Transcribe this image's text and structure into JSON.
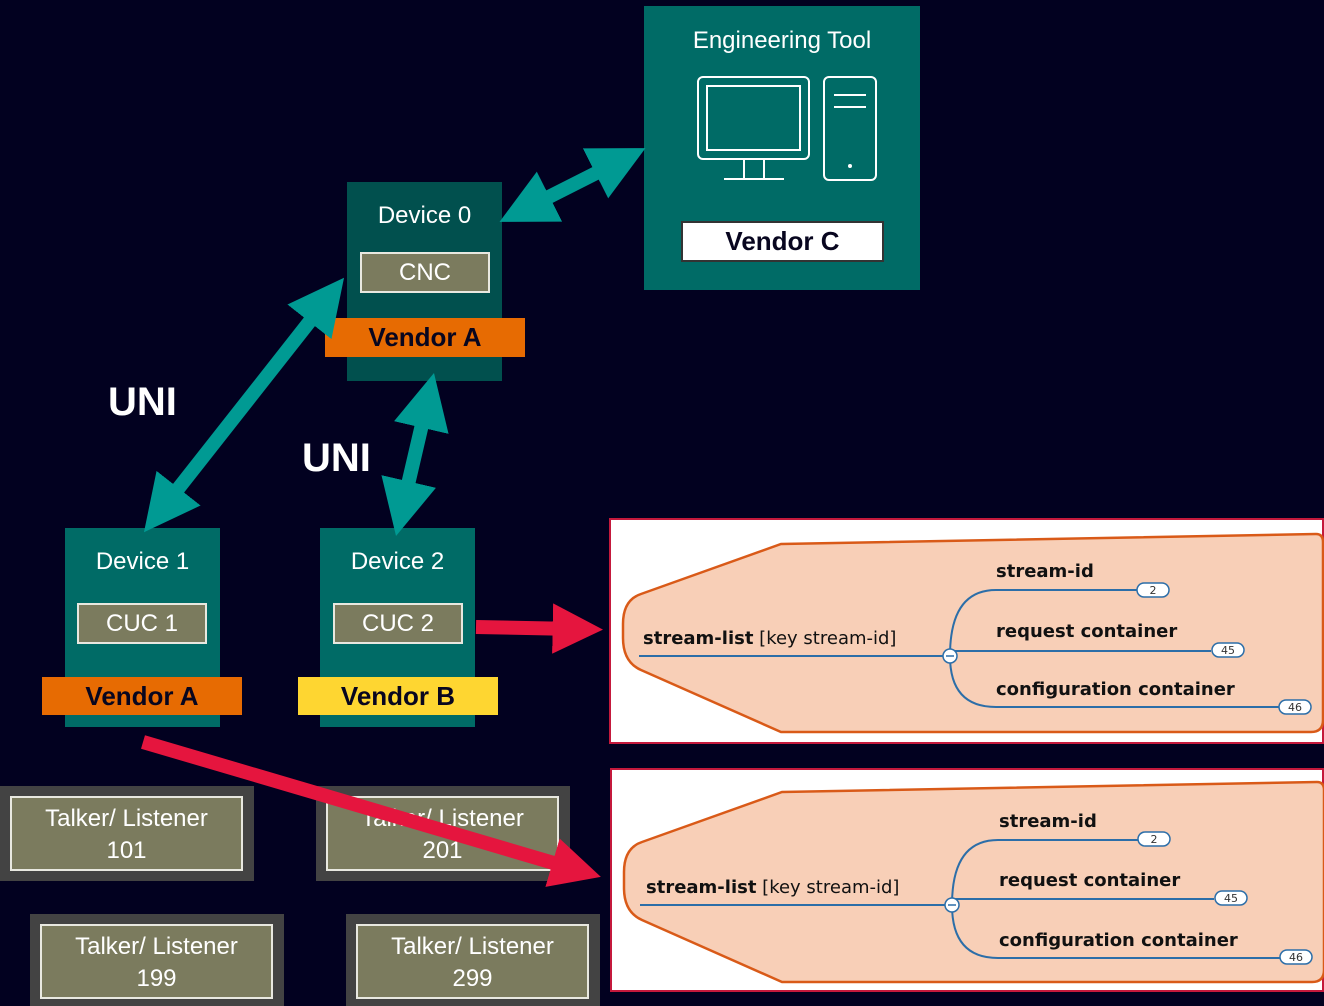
{
  "engineering_tool": {
    "title": "Engineering Tool",
    "vendor": "Vendor C"
  },
  "device0": {
    "title": "Device 0",
    "component": "CNC",
    "vendor": "Vendor A"
  },
  "device1": {
    "title": "Device 1",
    "component": "CUC 1",
    "vendor": "Vendor A"
  },
  "device2": {
    "title": "Device 2",
    "component": "CUC 2",
    "vendor": "Vendor B"
  },
  "uni_labels": [
    "UNI",
    "UNI"
  ],
  "talker_listeners": [
    {
      "line1": "Talker/ Listener",
      "line2": "101"
    },
    {
      "line1": "Talker/ Listener",
      "line2": "201"
    },
    {
      "line1": "Talker/ Listener",
      "line2": "199"
    },
    {
      "line1": "Talker/ Listener",
      "line2": "299"
    }
  ],
  "tree_panels": [
    {
      "root": "stream-list",
      "root_suffix": "[key stream-id]",
      "children": [
        {
          "label": "stream-id",
          "badge": "2"
        },
        {
          "label": "request container",
          "badge": "45"
        },
        {
          "label": "configuration container",
          "badge": "46"
        }
      ]
    },
    {
      "root": "stream-list",
      "root_suffix": "[key stream-id]",
      "children": [
        {
          "label": "stream-id",
          "badge": "2"
        },
        {
          "label": "request container",
          "badge": "45"
        },
        {
          "label": "configuration container",
          "badge": "46"
        }
      ]
    }
  ],
  "colors": {
    "background": "#020120",
    "device": "#006b66",
    "device_dark": "#01504e",
    "teal_arrow": "#009a93",
    "red_arrow": "#e5153e",
    "vendor_a": "#e76b02",
    "vendor_b": "#fed631",
    "tree_fill": "#f8cfb7",
    "tree_stroke": "#d95a18",
    "tree_line": "#2c6ea8"
  }
}
